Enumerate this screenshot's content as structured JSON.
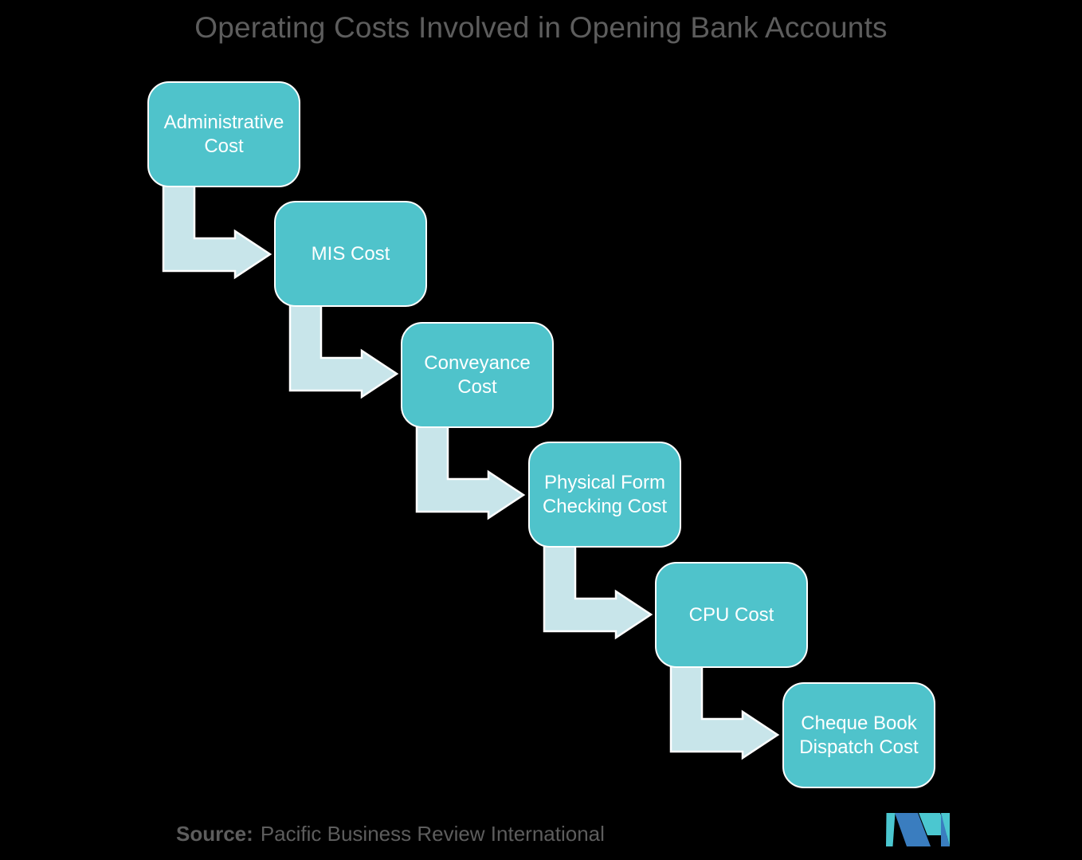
{
  "title": "Operating Costs Involved in Opening Bank Accounts",
  "steps": [
    {
      "label": "Administrative Cost"
    },
    {
      "label": "MIS Cost"
    },
    {
      "label": "Conveyance Cost"
    },
    {
      "label": "Physical Form Checking Cost"
    },
    {
      "label": "CPU Cost"
    },
    {
      "label": "Cheque Book Dispatch Cost"
    }
  ],
  "source": {
    "label": "Source:",
    "value": "Pacific Business Review International"
  },
  "logo": {
    "name": "mordor-intelligence-mark"
  },
  "colors": {
    "background": "#000000",
    "box-fill": "#4fc3cb",
    "box-border": "#ffffff",
    "box-text": "#ffffff",
    "arrow-fill": "#c8e5ea",
    "arrow-border": "#ffffff",
    "muted-text": "#5d5d5d",
    "logo-blue": "#3a7dbf",
    "logo-teal": "#4bc7d0"
  }
}
